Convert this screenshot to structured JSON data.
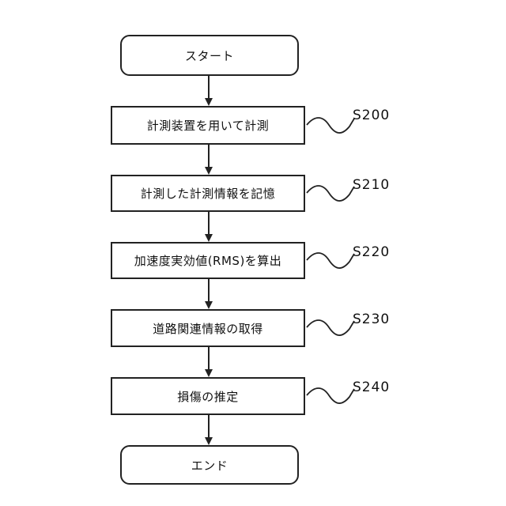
{
  "flowchart": {
    "start": "スタート",
    "end": "エンド",
    "steps": [
      {
        "label": "計測装置を用いて計測",
        "code": "S200"
      },
      {
        "label": "計測した計測情報を記憶",
        "code": "S210"
      },
      {
        "label": "加速度実効値(RMS)を算出",
        "code": "S220"
      },
      {
        "label": "道路関連情報の取得",
        "code": "S230"
      },
      {
        "label": "損傷の推定",
        "code": "S240"
      }
    ]
  },
  "colors": {
    "stroke": "#222222",
    "background": "#ffffff"
  }
}
